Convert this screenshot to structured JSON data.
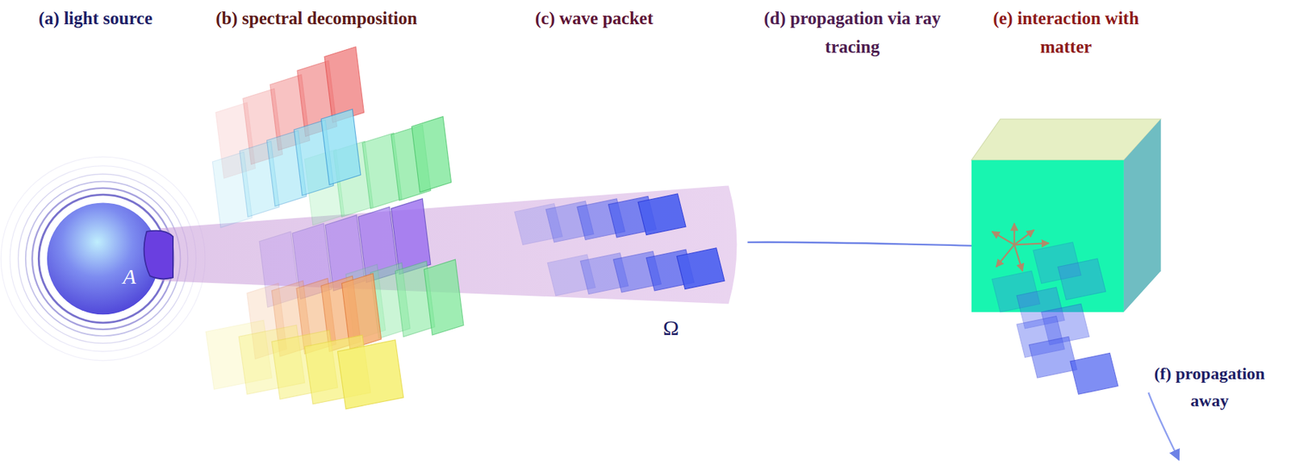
{
  "diagram": {
    "labels": [
      "(a) light source",
      "(b) spectral decomposition",
      "(c) wave packet",
      "(d) propagation via ray tracing",
      "(e) interaction with matter",
      "(f) propagation away",
      "A",
      "Ω"
    ]
  }
}
